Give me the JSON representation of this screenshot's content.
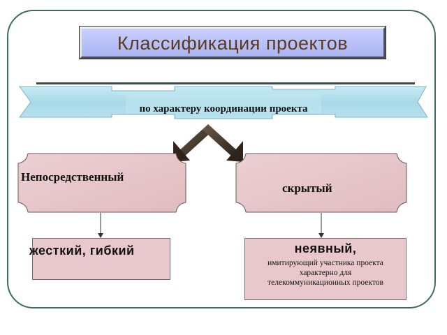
{
  "title": "Классификация проектов",
  "banner": "по характеру  координации  проекта",
  "left_shape": "Непосредственный",
  "right_shape": "скрытый",
  "left_box": "жесткий, гибкий",
  "right_box": {
    "title": "неявный,",
    "lines": [
      "имитирующий участника проекта",
      "характерно для",
      "телекоммуникационных проектов"
    ]
  },
  "colors": {
    "frame_border": "#3f6b63",
    "title_fill": "#aab4f2",
    "title_text": "#5c3a1e",
    "banner_fill": "#a8d8e6",
    "shape_fill": "#e8c8cc",
    "arrow": "#3a3028"
  }
}
